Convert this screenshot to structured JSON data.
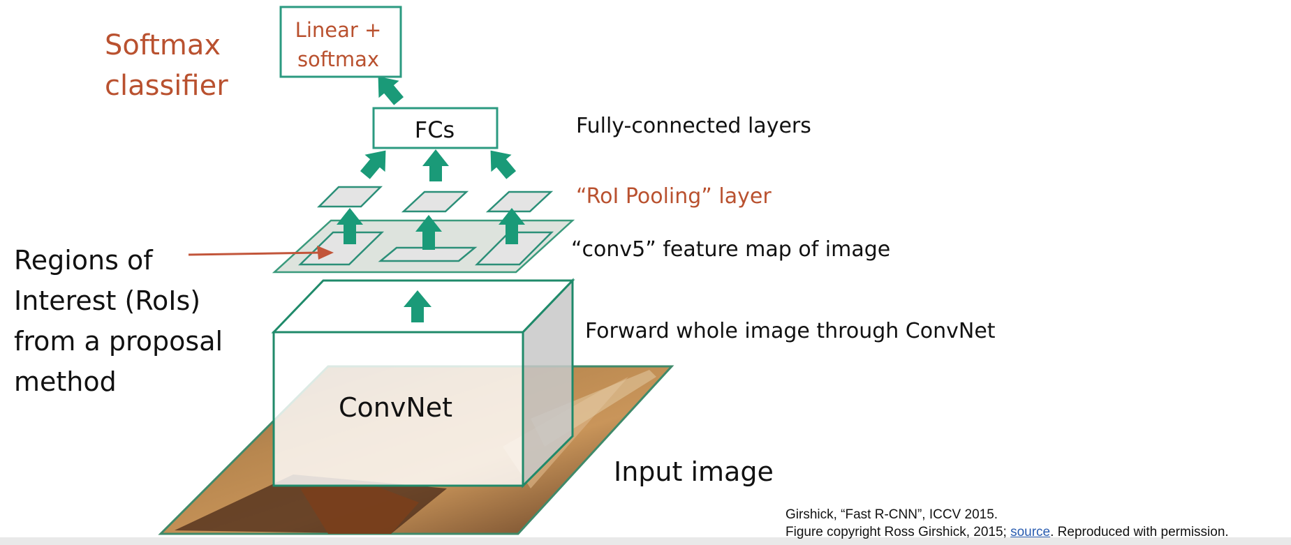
{
  "labels": {
    "softmax_classifier": "Softmax\nclassifier",
    "linear_softmax": "Linear +\nsoftmax",
    "fcs": "FCs",
    "fully_connected_layers": "Fully-connected layers",
    "roi_pooling_layer": "“RoI Pooling” layer",
    "conv5_feature_map": "“conv5” feature map of image",
    "regions_of_interest": "Regions of\nInterest (RoIs)\nfrom a proposal\nmethod",
    "forward_whole_image": "Forward whole image through ConvNet",
    "convnet": "ConvNet",
    "input_image": "Input image"
  },
  "citation": {
    "line1": "Girshick, “Fast R-CNN”, ICCV 2015.",
    "line2_prefix": "Figure copyright Ross Girshick, 2015;",
    "line2_link": "source",
    "line2_suffix": ". Reproduced with permission."
  },
  "colors": {
    "accent_red": "#b9512f",
    "teal": "#1a9a78",
    "box_border": "#2b8f78",
    "text": "#111111"
  }
}
